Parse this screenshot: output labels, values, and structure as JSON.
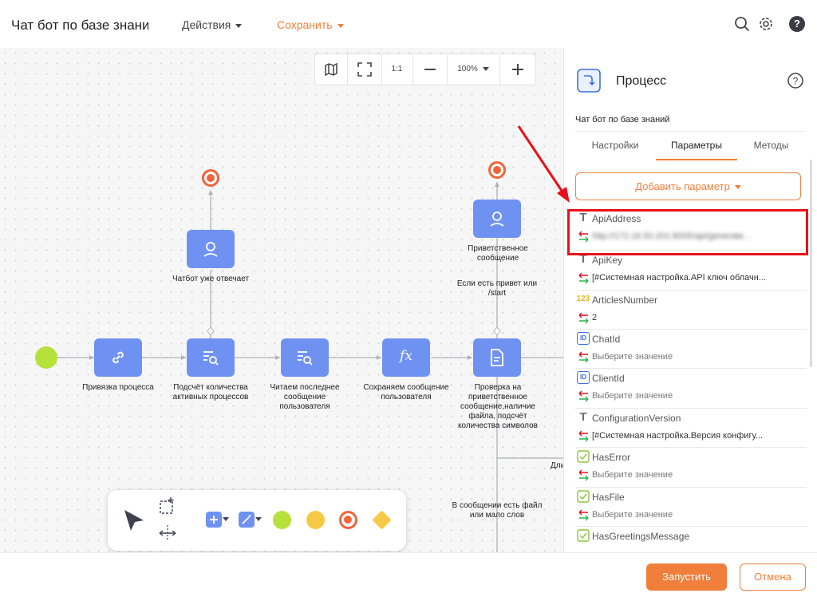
{
  "header": {
    "title": "Чат бот по базе знаний",
    "actions_label": "Действия",
    "save_label": "Сохранить"
  },
  "zoom": {
    "one_to_one": "1:1",
    "level": "100%"
  },
  "nodes": {
    "bind": "Привязка процесса",
    "count": "Подсчёт количества активных процессов",
    "read": "Читаем последнее сообщение пользователя",
    "save": "Сохраняем сообщение пользователя",
    "check": "Проверка на приветственное сообщение,наличие файла, подсчёт количества символов",
    "already": "Чатбот уже отвечает",
    "greeting": "Приветственное сообщение"
  },
  "edges": {
    "greet_condition": "Если есть привет или /start",
    "short_condition": "В сообщении есть файл или мало слов",
    "cut_label": "Дли"
  },
  "panel": {
    "title": "Процесс",
    "process_name": "Чат бот по базе знаний",
    "tabs": [
      "Настройки",
      "Параметры",
      "Методы"
    ],
    "active_tab": "Параметры",
    "add_param_label": "Добавить параметр",
    "params": [
      {
        "name": "ApiAddress",
        "type_icon": "text-type-icon",
        "value": "http://172.16.50.201:8005/api/generate...",
        "blurred": true
      },
      {
        "name": "ApiKey",
        "type_icon": "text-type-icon",
        "value": "[#Системная настройка.API ключ облачн..."
      },
      {
        "name": "ArticlesNumber",
        "type_icon": "number-type-icon",
        "value": "2"
      },
      {
        "name": "ChatId",
        "type_icon": "id-type-icon",
        "value": "Выберите значение",
        "placeholder": true
      },
      {
        "name": "ClientId",
        "type_icon": "id-type-icon",
        "value": "Выберите значение",
        "placeholder": true
      },
      {
        "name": "ConfigurationVersion",
        "type_icon": "text-type-icon",
        "value": "[#Системная настройка.Версия конфигу..."
      },
      {
        "name": "HasError",
        "type_icon": "boolean-type-icon",
        "value": "Выберите значение",
        "placeholder": true
      },
      {
        "name": "HasFile",
        "type_icon": "boolean-type-icon",
        "value": "Выберите значение",
        "placeholder": true
      },
      {
        "name": "HasGreetingsMessage",
        "type_icon": "boolean-type-icon",
        "value": ""
      }
    ]
  },
  "footer": {
    "run_label": "Запустить",
    "cancel_label": "Отмена"
  },
  "colors": {
    "accent": "#f07f3c",
    "node": "#6f92f2",
    "start": "#b6e03a",
    "end": "#f0643a",
    "highlight": "#e8101a"
  }
}
